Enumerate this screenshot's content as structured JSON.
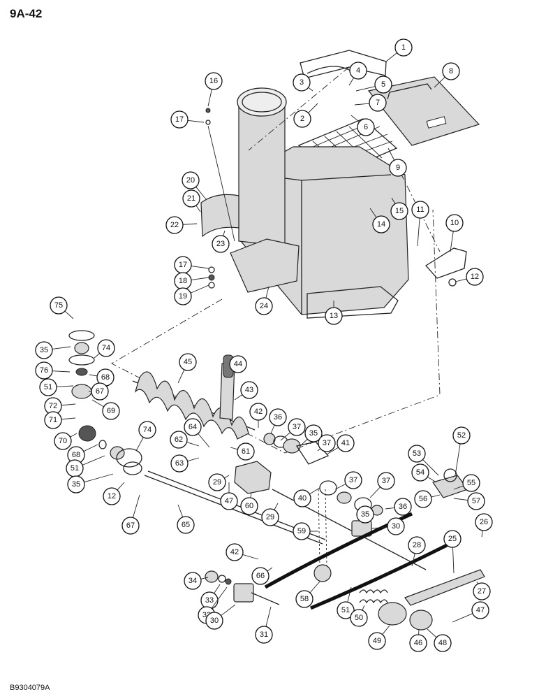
{
  "header": {
    "page_id": "9A-42"
  },
  "footer": {
    "drawing_number": "B9304079A"
  },
  "callouts": [
    {
      "label": "1"
    },
    {
      "label": "2"
    },
    {
      "label": "3"
    },
    {
      "label": "4"
    },
    {
      "label": "5"
    },
    {
      "label": "6"
    },
    {
      "label": "7"
    },
    {
      "label": "8"
    },
    {
      "label": "9"
    },
    {
      "label": "10"
    },
    {
      "label": "11"
    },
    {
      "label": "12"
    },
    {
      "label": "13"
    },
    {
      "label": "14"
    },
    {
      "label": "15"
    },
    {
      "label": "16"
    },
    {
      "label": "17"
    },
    {
      "label": "20"
    },
    {
      "label": "21"
    },
    {
      "label": "22"
    },
    {
      "label": "23"
    },
    {
      "label": "17"
    },
    {
      "label": "18"
    },
    {
      "label": "19"
    },
    {
      "label": "24"
    },
    {
      "label": "75"
    },
    {
      "label": "35"
    },
    {
      "label": "74"
    },
    {
      "label": "76"
    },
    {
      "label": "68"
    },
    {
      "label": "51"
    },
    {
      "label": "67"
    },
    {
      "label": "72"
    },
    {
      "label": "69"
    },
    {
      "label": "71"
    },
    {
      "label": "70"
    },
    {
      "label": "68"
    },
    {
      "label": "51"
    },
    {
      "label": "74"
    },
    {
      "label": "35"
    },
    {
      "label": "12"
    },
    {
      "label": "67"
    },
    {
      "label": "45"
    },
    {
      "label": "44"
    },
    {
      "label": "43"
    },
    {
      "label": "42"
    },
    {
      "label": "36"
    },
    {
      "label": "37"
    },
    {
      "label": "35"
    },
    {
      "label": "37"
    },
    {
      "label": "41"
    },
    {
      "label": "64"
    },
    {
      "label": "61"
    },
    {
      "label": "62"
    },
    {
      "label": "63"
    },
    {
      "label": "29"
    },
    {
      "label": "47"
    },
    {
      "label": "60"
    },
    {
      "label": "29"
    },
    {
      "label": "40"
    },
    {
      "label": "37"
    },
    {
      "label": "35"
    },
    {
      "label": "37"
    },
    {
      "label": "36"
    },
    {
      "label": "52"
    },
    {
      "label": "53"
    },
    {
      "label": "54"
    },
    {
      "label": "55"
    },
    {
      "label": "56"
    },
    {
      "label": "57"
    },
    {
      "label": "65"
    },
    {
      "label": "59"
    },
    {
      "label": "30"
    },
    {
      "label": "26"
    },
    {
      "label": "25"
    },
    {
      "label": "27"
    },
    {
      "label": "28"
    },
    {
      "label": "42"
    },
    {
      "label": "66"
    },
    {
      "label": "34"
    },
    {
      "label": "33"
    },
    {
      "label": "32"
    },
    {
      "label": "30"
    },
    {
      "label": "31"
    },
    {
      "label": "58"
    },
    {
      "label": "51"
    },
    {
      "label": "50"
    },
    {
      "label": "49"
    },
    {
      "label": "46"
    },
    {
      "label": "47"
    },
    {
      "label": "48"
    }
  ]
}
